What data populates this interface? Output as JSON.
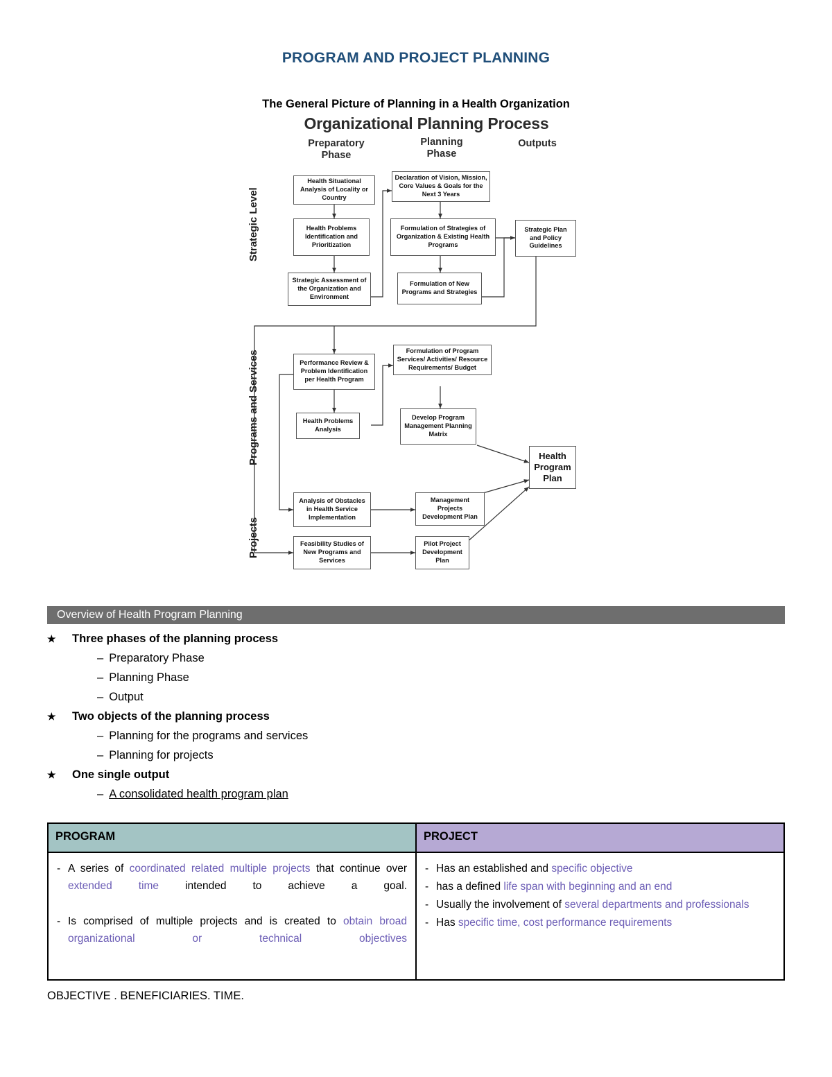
{
  "document": {
    "title": "PROGRAM AND PROJECT PLANNING",
    "subtitle": "The General Picture of Planning in a Health Organization",
    "footer_note": "OBJECTIVE . BENEFICIARIES. TIME."
  },
  "figure": {
    "title": "Organizational Planning Process",
    "column_headers": {
      "preparatory": "Preparatory\nPhase",
      "planning": "Planning\nPhase",
      "outputs": "Outputs"
    },
    "row_labels": {
      "strategic": "Strategic Level",
      "programs": "Programs and Services",
      "projects": "Projects"
    },
    "nodes": {
      "health_situational": "Health Situational Analysis of Locality or Country",
      "health_problems_id": "Health Problems Identification and Prioritization",
      "strategic_assessment": "Strategic Assessment of the Organization and Environment",
      "declaration_vision": "Declaration of Vision, Mission, Core Values & Goals for the Next 3 Years",
      "formulation_strategies": "Formulation of Strategies of Organization & Existing Health Programs",
      "formulation_new_programs": "Formulation of New Programs and Strategies",
      "strategic_plan": "Strategic Plan and Policy Guidelines",
      "performance_review": "Performance Review & Problem Identification per Health Program",
      "health_problems_analysis": "Health Problems Analysis",
      "formulation_program_services": "Formulation of Program Services/ Activities/ Resource Requirements/ Budget",
      "develop_matrix": "Develop Program Management Planning Matrix",
      "health_program_plan": "Health Program Plan",
      "analysis_obstacles": "Analysis of Obstacles in Health Service Implementation",
      "management_projects": "Management Projects Development Plan",
      "feasibility_studies": "Feasibility Studies of New Programs and Services",
      "pilot_project": "Pilot Project Development Plan"
    }
  },
  "overview": {
    "banner": "Overview of Health Program Planning",
    "star": "★",
    "dash": "–",
    "items": [
      {
        "label": "Three phases of the planning process",
        "subitems": [
          "Preparatory Phase",
          "Planning Phase",
          "Output"
        ]
      },
      {
        "label": "Two objects of the planning process",
        "subitems": [
          "Planning for the programs and services",
          "Planning for projects"
        ]
      },
      {
        "label": "One single output",
        "subitems": [
          "A consolidated health program plan"
        ]
      }
    ]
  },
  "comparison": {
    "headers": {
      "program": "PROGRAM",
      "project": "PROJECT"
    },
    "colors": {
      "program_bg": "#a3c4c4",
      "project_bg": "#b6a9d4",
      "highlight": "#6b5cb5"
    },
    "program_items": [
      {
        "parts": [
          {
            "text": "A series of ",
            "highlight": false
          },
          {
            "text": "coordinated related multiple projects",
            "highlight": true
          },
          {
            "text": " that continue over ",
            "highlight": false
          },
          {
            "text": "extended time",
            "highlight": true
          },
          {
            "text": " intended to achieve a goal.",
            "highlight": false
          }
        ]
      },
      {
        "parts": [
          {
            "text": "Is comprised of multiple projects and is created to ",
            "highlight": false
          },
          {
            "text": "obtain broad organizational or technical objectives",
            "highlight": true
          }
        ]
      }
    ],
    "project_items": [
      {
        "parts": [
          {
            "text": "Has an established and ",
            "highlight": false
          },
          {
            "text": "specific objective",
            "highlight": true
          }
        ]
      },
      {
        "parts": [
          {
            "text": "has a defined ",
            "highlight": false
          },
          {
            "text": "life span with beginning and an end",
            "highlight": true
          }
        ]
      },
      {
        "parts": [
          {
            "text": "Usually the involvement of ",
            "highlight": false
          },
          {
            "text": "several departments and professionals",
            "highlight": true
          }
        ]
      },
      {
        "parts": [
          {
            "text": "Has ",
            "highlight": false
          },
          {
            "text": "specific time, cost performance requirements",
            "highlight": true
          }
        ]
      }
    ]
  }
}
